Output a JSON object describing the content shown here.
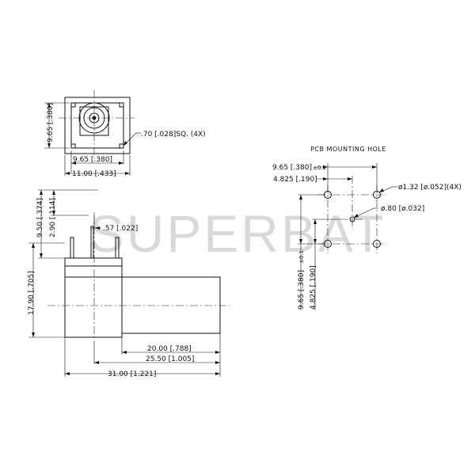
{
  "watermark": "SUPERBAT",
  "front_view": {
    "height_label": "9.65 [.380]",
    "pin_label": ".70 [.028]SQ. (4X)",
    "width_inner_label": "9.65 [.380]",
    "width_outer_label": "11.00 [.433]"
  },
  "side_view": {
    "h1_label": "9.50 [.374]",
    "h2_label": "2.90 [.114]",
    "pin_label": ".57 [.022]",
    "height_label": "17.90 [.705]",
    "l1_label": "20.00 [.788]",
    "l2_label": "25.50 [1.005]",
    "l3_label": "31.00 [1.221]"
  },
  "pcb_layout": {
    "title": "PCB MOUNTING HOLE",
    "x_outer_label": "9.65 [.380]",
    "x_outer_tol": "±0.1",
    "x_inner_label": "4.825 [.190]",
    "hole_large_label": "ø1.32 [ø.052](4X)",
    "hole_small_label": "ø.80 [ø.032]",
    "y_outer_label": "9.65 [.380]",
    "y_outer_tol": "±0.1",
    "y_inner_label": "4.825 [.190]"
  }
}
